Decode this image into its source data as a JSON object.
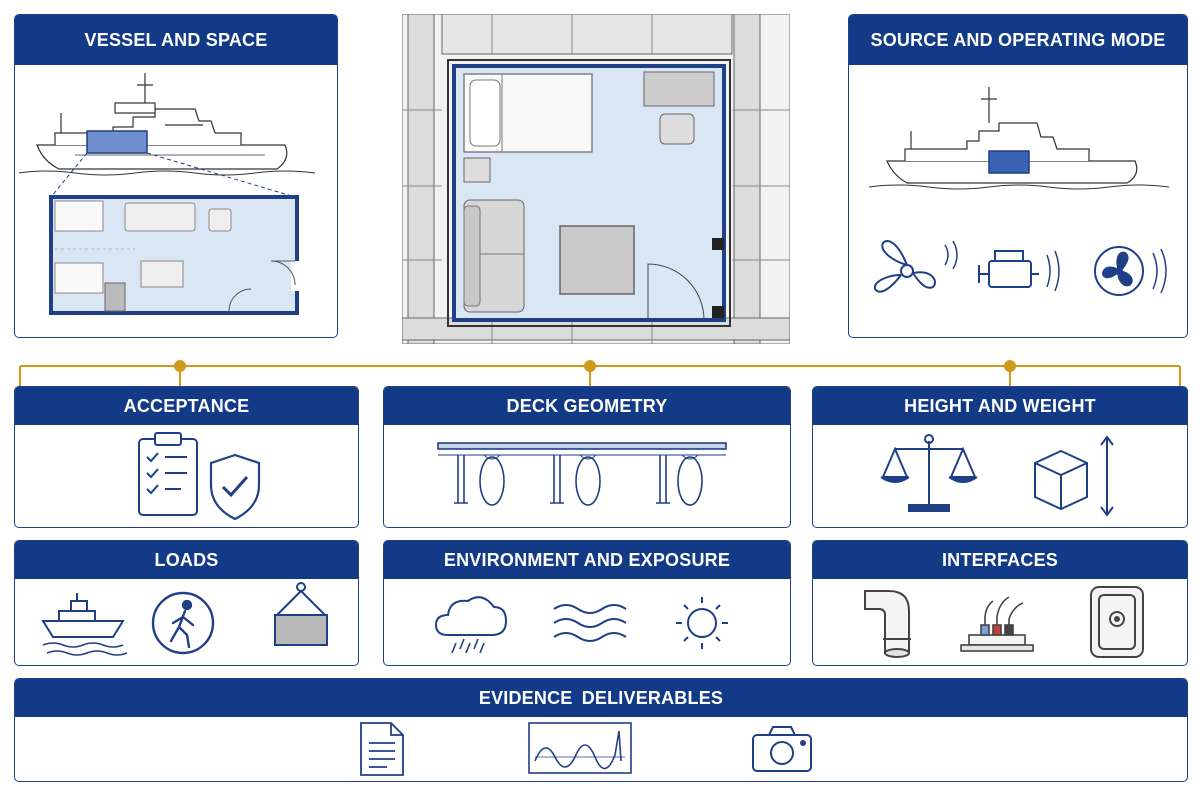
{
  "panels": {
    "vessel_space": {
      "title": "VESSEL AND SPACE"
    },
    "source_mode": {
      "title": "SOURCE AND OPERATING MODE"
    }
  },
  "categories": {
    "acceptance": {
      "title": "ACCEPTANCE"
    },
    "deck_geometry": {
      "title": "DECK GEOMETRY"
    },
    "height_weight": {
      "title": "HEIGHT AND WEIGHT"
    },
    "loads": {
      "title": "LOADS"
    },
    "environment": {
      "title": "ENVIRONMENT AND EXPOSURE"
    },
    "interfaces": {
      "title": "INTERFACES"
    },
    "evidence": {
      "title": "EVIDENCE  DELIVERABLES"
    }
  },
  "icons": {
    "acceptance": [
      "checklist-icon",
      "shield-check-icon"
    ],
    "deck_geometry": [
      "deck-girder-icon"
    ],
    "height_weight": [
      "balance-scale-icon",
      "cube-height-icon"
    ],
    "loads": [
      "ship-icon",
      "person-walking-icon",
      "suspended-load-icon"
    ],
    "environment": [
      "rain-cloud-icon",
      "waves-icon",
      "sun-icon"
    ],
    "interfaces": [
      "pipe-elbow-icon",
      "cable-connector-icon",
      "watertight-door-icon"
    ],
    "evidence": [
      "document-icon",
      "waveform-chart-icon",
      "camera-icon"
    ],
    "source": [
      "propeller-icon",
      "engine-icon",
      "fan-icon"
    ]
  },
  "colors": {
    "navy": "#123a86",
    "line": "#1f3f86",
    "connector": "#d09a1c",
    "room_fill": "#dbe6f5",
    "highlight": "#6f8fcf"
  }
}
